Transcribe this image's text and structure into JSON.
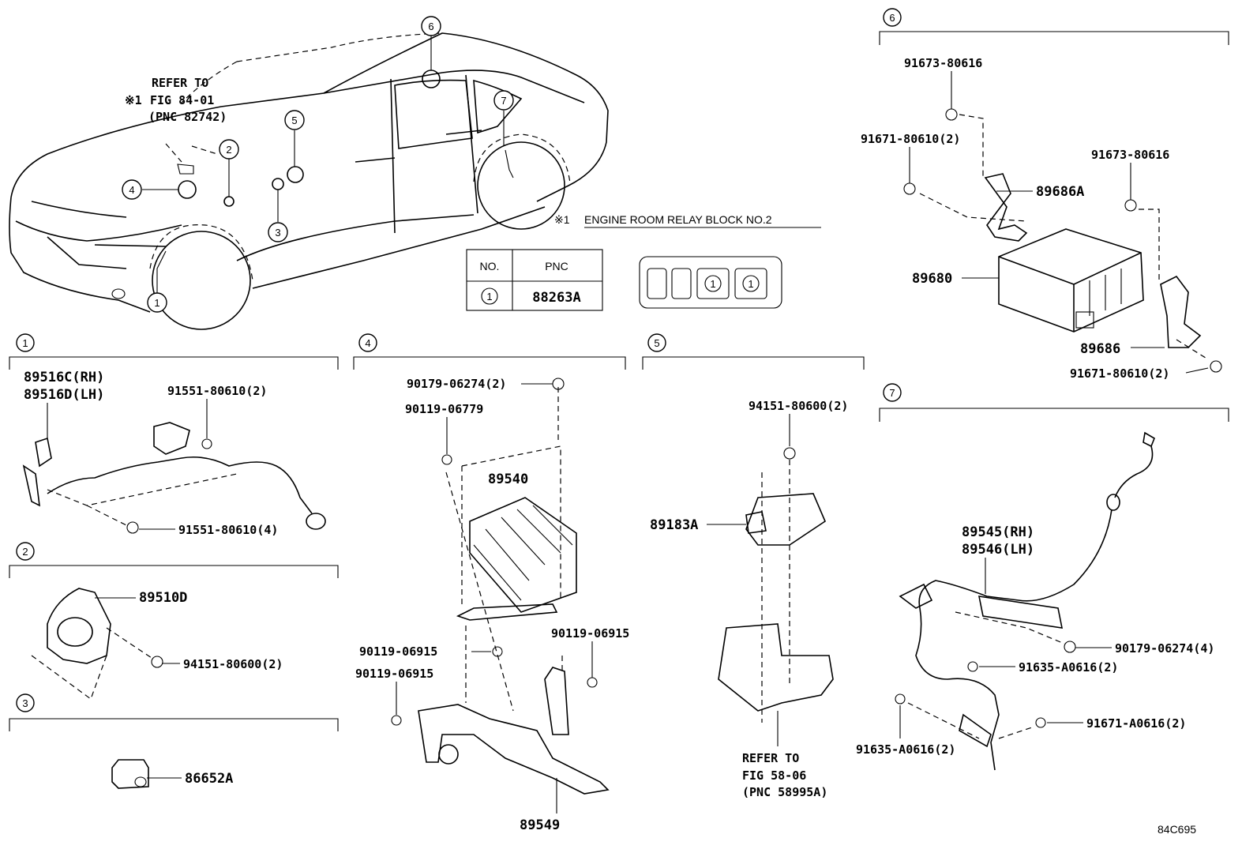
{
  "diagram": {
    "figure_code": "84C695",
    "note": {
      "marker": "※1",
      "text": "ENGINE ROOM RELAY BLOCK NO.2"
    },
    "refer_top": {
      "line1": "REFER TO",
      "marker": "※1",
      "line2": "FIG 84-01",
      "line3": "(PNC 82742)"
    },
    "refer_bottom": {
      "line1": "REFER TO",
      "line2": "FIG 58-06",
      "line3": "(PNC 58995A)"
    },
    "pnc_table": {
      "headers": [
        "NO.",
        "PNC"
      ],
      "rows": [
        {
          "no": "1",
          "pnc": "88263A"
        }
      ]
    },
    "relay_block": [
      "",
      "",
      "1",
      "1"
    ],
    "car_callouts": [
      "1",
      "2",
      "3",
      "4",
      "5",
      "6",
      "7"
    ],
    "sections": {
      "s1": {
        "number": "1",
        "labels": [
          "89516C(RH)",
          "89516D(LH)",
          "91551-80610(2)",
          "91551-80610(4)"
        ]
      },
      "s2": {
        "number": "2",
        "labels": [
          "89510D",
          "94151-80600(2)"
        ]
      },
      "s3": {
        "number": "3",
        "labels": [
          "86652A"
        ]
      },
      "s4": {
        "number": "4",
        "labels": [
          "90179-06274(2)",
          "90119-06779",
          "89540",
          "90119-06915",
          "90119-06915",
          "90119-06915",
          "89549"
        ]
      },
      "s5": {
        "number": "5",
        "labels": [
          "94151-80600(2)",
          "89183A"
        ]
      },
      "s6": {
        "number": "6",
        "labels": [
          "91673-80616",
          "91671-80610(2)",
          "89686A",
          "91673-80616",
          "89680",
          "89686",
          "91671-80610(2)"
        ]
      },
      "s7": {
        "number": "7",
        "labels": [
          "89545(RH)",
          "89546(LH)",
          "90179-06274(4)",
          "91635-A0616(2)",
          "91635-A0616(2)",
          "91671-A0616(2)"
        ]
      }
    }
  }
}
